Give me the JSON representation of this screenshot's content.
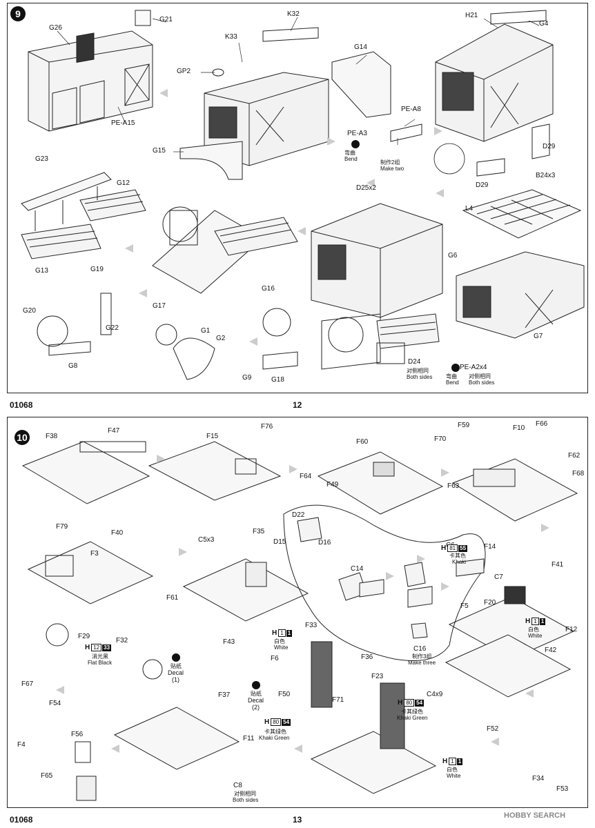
{
  "page": {
    "code_left": "01068",
    "page_12": "12",
    "page_13": "13",
    "watermark": "HOBBY SEARCH"
  },
  "step9": {
    "number": "9",
    "labels": {
      "G26": "G26",
      "G21": "G21",
      "K32": "K32",
      "K33": "K33",
      "GP2": "GP2",
      "G14": "G14",
      "PEA15": "PE-A15",
      "G15": "G15",
      "H21": "H21",
      "G4": "G4",
      "PEA8": "PE-A8",
      "PEA3": "PE-A3",
      "D29a": "D29",
      "D29b": "D29",
      "G23": "G23",
      "G12": "G12",
      "G13": "G13",
      "D25": "D25x2",
      "B24": "B24x3",
      "L4": "L4",
      "G6": "G6",
      "G7": "G7",
      "G19": "G19",
      "G20": "G20",
      "G22": "G22",
      "G8": "G8",
      "G16": "G16",
      "G17": "G17",
      "G1": "G1",
      "G2": "G2",
      "G9": "G9",
      "G18": "G18",
      "D24": "D24",
      "PEA2": "PE-A2x4"
    },
    "notes": {
      "bend_cn": "弯曲",
      "bend_en": "Bend",
      "make_two_cn": "制作2组",
      "make_two_en": "Make two",
      "both_cn": "对侧相同",
      "both_en": "Both sides",
      "bend2_cn": "弯曲",
      "bend2_en": "Bend",
      "both2_cn": "对侧相同",
      "both2_en": "Both sides"
    }
  },
  "step10": {
    "number": "10",
    "labels": {
      "F38": "F38",
      "F47": "F47",
      "F15": "F15",
      "F76": "F76",
      "F35": "F35",
      "F60": "F60",
      "F64": "F64",
      "F49": "F49",
      "F59": "F59",
      "F70": "F70",
      "F10": "F10",
      "F66": "F66",
      "F62": "F62",
      "F63": "F63",
      "F68": "F68",
      "F14": "F14",
      "F79": "F79",
      "F40": "F40",
      "F3": "F3",
      "C5": "C5x3",
      "D22": "D22",
      "D15": "D15",
      "D16": "D16",
      "C6": "C6",
      "C7": "C7",
      "C14": "C14",
      "C16": "C16",
      "F41": "F41",
      "F12": "F12",
      "F5": "F5",
      "F20": "F20",
      "F42": "F42",
      "F61": "F61",
      "F29": "F29",
      "F32": "F32",
      "F33": "F33",
      "F6": "F6",
      "F36": "F36",
      "F43": "F43",
      "F37": "F37",
      "F67": "F67",
      "F54": "F54",
      "F4": "F4",
      "F50": "F50",
      "F71": "F71",
      "F23": "F23",
      "C4": "C4x9",
      "F11": "F11",
      "F56": "F56",
      "F65": "F65",
      "C8": "C8",
      "F52": "F52",
      "F34": "F34",
      "F53": "F53"
    },
    "notes": {
      "decal1_cn": "贴纸",
      "decal1_en": "Decal",
      "decal1_num": "(1)",
      "decal2_cn": "贴纸",
      "decal2_en": "Decal",
      "decal2_num": "(2)",
      "make_three_cn": "制作3组",
      "make_three_en": "Make three",
      "both_cn": "对侧相同",
      "both_en": "Both sides"
    },
    "colors": {
      "khaki": {
        "h": "H",
        "a": "81",
        "b": "55",
        "cn": "卡其色",
        "en": "Khaki"
      },
      "white1": {
        "h": "H",
        "a": "1",
        "b": "1",
        "cn": "白色",
        "en": "White"
      },
      "white2": {
        "h": "H",
        "a": "1",
        "b": "1",
        "cn": "白色",
        "en": "White"
      },
      "white3": {
        "h": "H",
        "a": "1",
        "b": "1",
        "cn": "白色",
        "en": "White"
      },
      "black": {
        "h": "H",
        "a": "12",
        "b": "33",
        "cn": "消光黑",
        "en": "Flat Black"
      },
      "kgreen1": {
        "h": "H",
        "a": "80",
        "b": "54",
        "cn": "卡其绿色",
        "en": "Khaki Green"
      },
      "kgreen2": {
        "h": "H",
        "a": "80",
        "b": "54",
        "cn": "卡其绿色",
        "en": "Khaki Green"
      }
    }
  }
}
